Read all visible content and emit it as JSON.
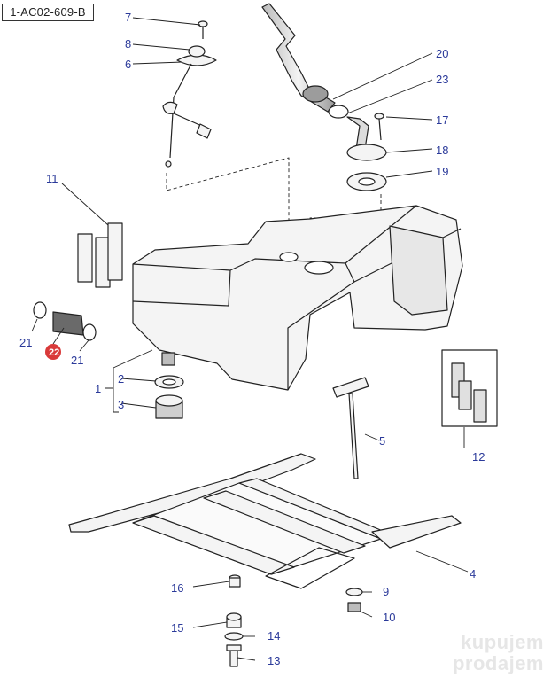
{
  "diagram": {
    "reference_code": "1-AC02-609-B",
    "watermark": [
      "kupujem",
      "prodajem"
    ],
    "callouts": [
      {
        "id": "c1",
        "label": "1"
      },
      {
        "id": "c2",
        "label": "2"
      },
      {
        "id": "c3",
        "label": "3"
      },
      {
        "id": "c4",
        "label": "4"
      },
      {
        "id": "c5",
        "label": "5"
      },
      {
        "id": "c6",
        "label": "6"
      },
      {
        "id": "c7",
        "label": "7"
      },
      {
        "id": "c8",
        "label": "8"
      },
      {
        "id": "c9",
        "label": "9"
      },
      {
        "id": "c10",
        "label": "10"
      },
      {
        "id": "c11",
        "label": "11"
      },
      {
        "id": "c12",
        "label": "12"
      },
      {
        "id": "c13",
        "label": "13"
      },
      {
        "id": "c14",
        "label": "14"
      },
      {
        "id": "c15",
        "label": "15"
      },
      {
        "id": "c16",
        "label": "16"
      },
      {
        "id": "c17",
        "label": "17"
      },
      {
        "id": "c18",
        "label": "18"
      },
      {
        "id": "c19",
        "label": "19"
      },
      {
        "id": "c20",
        "label": "20"
      },
      {
        "id": "c21a",
        "label": "21"
      },
      {
        "id": "c21b",
        "label": "21"
      },
      {
        "id": "c22",
        "label": "22",
        "highlight": true
      },
      {
        "id": "c23",
        "label": "23"
      }
    ],
    "colors": {
      "callout_text": "#2b3a9a",
      "line": "#222222",
      "highlight": "#d93a3a",
      "part_fill": "#f4f4f4",
      "shade": "#cfcfcf"
    }
  }
}
